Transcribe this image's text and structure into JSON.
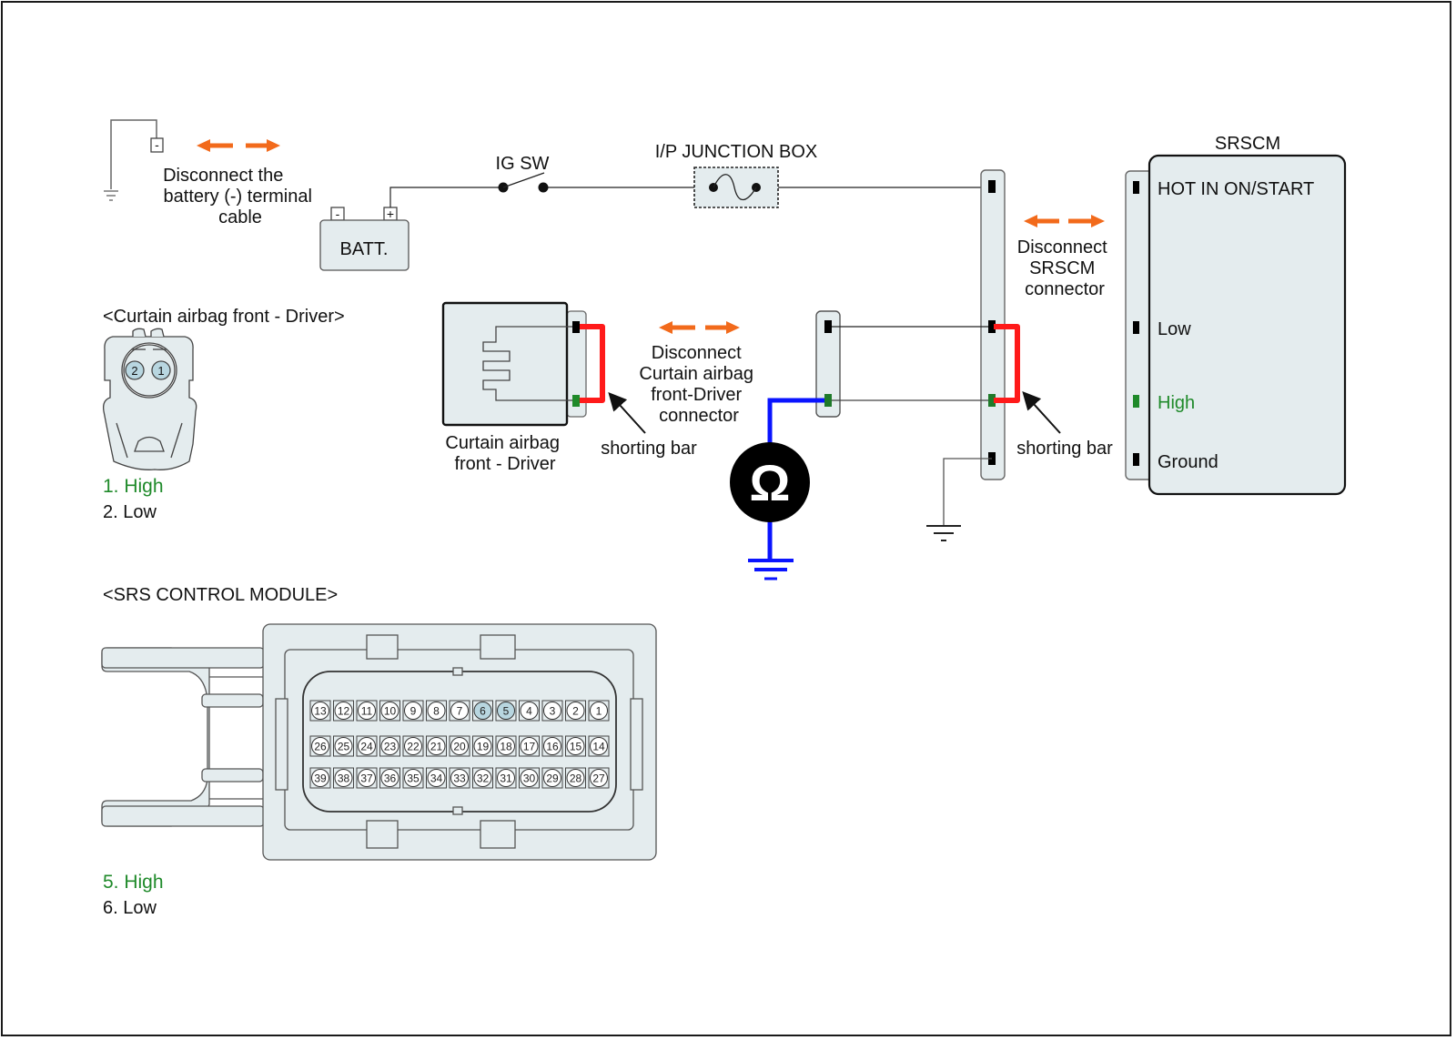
{
  "colors": {
    "wire": "#222222",
    "shorting_bar": "#ff1a1a",
    "meter_lead": "#0a14ff",
    "disconnect_arrow": "#f26a1b",
    "high_pin": "#1f8a2a",
    "component_fill": "#e4ecee",
    "highlight_pin": "#b8d6e0"
  },
  "battery": {
    "label": "BATT.",
    "neg_terminal": "-",
    "pos_terminal": "+",
    "cable_terminal": "-",
    "disconnect_note": [
      "Disconnect the",
      "battery (-) terminal",
      "cable"
    ]
  },
  "ig_switch": {
    "label": "IG SW"
  },
  "junction_box": {
    "label": "I/P JUNCTION BOX"
  },
  "srscm": {
    "title": "SRSCM",
    "pins": [
      {
        "label": "HOT IN ON/START",
        "color": "black"
      },
      {
        "label": "Low",
        "color": "black"
      },
      {
        "label": "High",
        "color": "green"
      },
      {
        "label": "Ground",
        "color": "black"
      }
    ],
    "disconnect_note": [
      "Disconnect",
      "SRSCM",
      "connector"
    ],
    "shorting_bar_label": "shorting bar"
  },
  "airbag": {
    "name": [
      "Curtain airbag",
      "front - Driver"
    ],
    "disconnect_note": [
      "Disconnect",
      "Curtain airbag",
      "front-Driver",
      "connector"
    ],
    "shorting_bar_label": "shorting bar"
  },
  "ohmmeter": {
    "symbol": "Ω"
  },
  "airbag_connector_view": {
    "title": "<Curtain airbag front - Driver>",
    "pins": [
      "2",
      "1"
    ],
    "legend": [
      {
        "text": "1. High",
        "color": "green"
      },
      {
        "text": "2. Low",
        "color": "black"
      }
    ]
  },
  "srs_module_view": {
    "title": "<SRS CONTROL MODULE>",
    "rows": [
      [
        "13",
        "12",
        "11",
        "10",
        "9",
        "8",
        "7",
        "6",
        "5",
        "4",
        "3",
        "2",
        "1"
      ],
      [
        "26",
        "25",
        "24",
        "23",
        "22",
        "21",
        "20",
        "19",
        "18",
        "17",
        "16",
        "15",
        "14"
      ],
      [
        "39",
        "38",
        "37",
        "36",
        "35",
        "34",
        "33",
        "32",
        "31",
        "30",
        "29",
        "28",
        "27"
      ]
    ],
    "highlighted_pins": [
      "6",
      "5"
    ],
    "legend": [
      {
        "text": "5. High",
        "color": "green"
      },
      {
        "text": "6. Low",
        "color": "black"
      }
    ]
  }
}
